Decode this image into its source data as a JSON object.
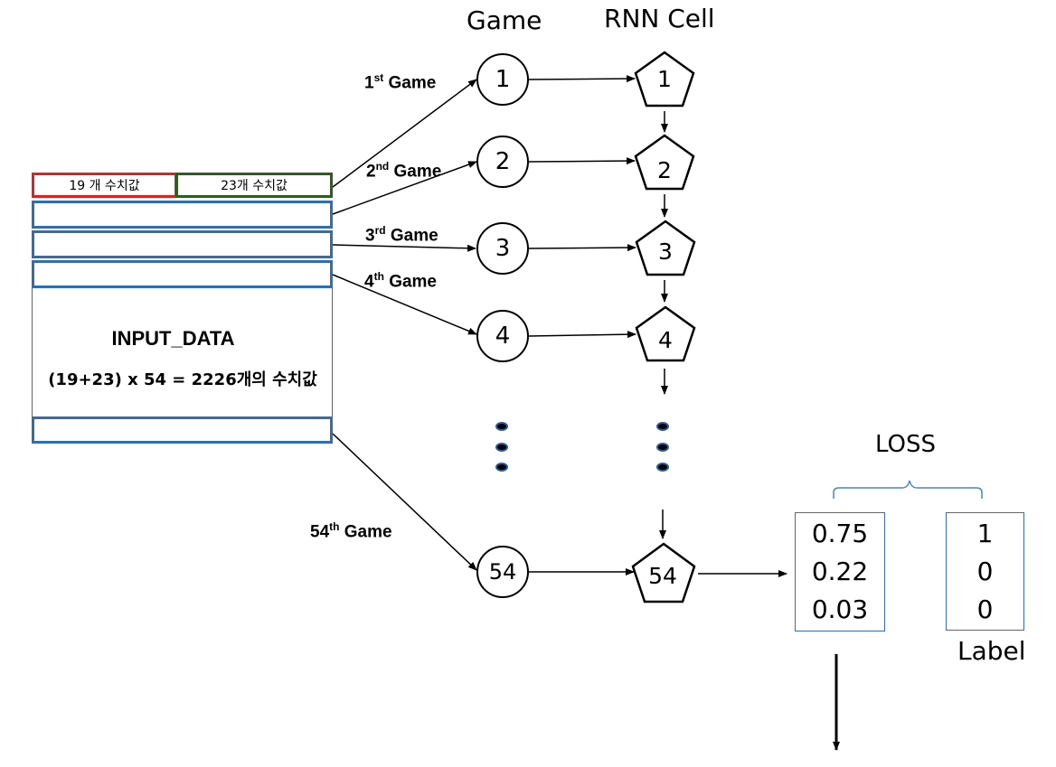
{
  "headers": {
    "game": "Game",
    "rnn_cell": "RNN Cell"
  },
  "input_block": {
    "cell_left": "19 개 수치값",
    "cell_right": "23개 수치값",
    "title": "INPUT_DATA",
    "formula": "(19+23) x 54 = 2226개의 수치값",
    "colors": {
      "left_border": "#e02020",
      "right_border": "#2e5e1e",
      "row_border": "#2f6eb0"
    }
  },
  "game_labels": [
    {
      "num": "1",
      "sup": "st",
      "text": "Game"
    },
    {
      "num": "2",
      "sup": "nd",
      "text": "Game"
    },
    {
      "num": "3",
      "sup": "rd",
      "text": "Game"
    },
    {
      "num": "4",
      "sup": "th",
      "text": "Game"
    },
    {
      "num": "54",
      "sup": "th",
      "text": "Game"
    }
  ],
  "games": [
    "1",
    "2",
    "3",
    "4",
    "54"
  ],
  "cells": [
    "1",
    "2",
    "3",
    "4",
    "54"
  ],
  "loss": {
    "label": "LOSS",
    "values": [
      "0.75",
      "0.22",
      "0.03"
    ]
  },
  "label_box": {
    "label": "Label",
    "values": [
      "1",
      "0",
      "0"
    ]
  }
}
